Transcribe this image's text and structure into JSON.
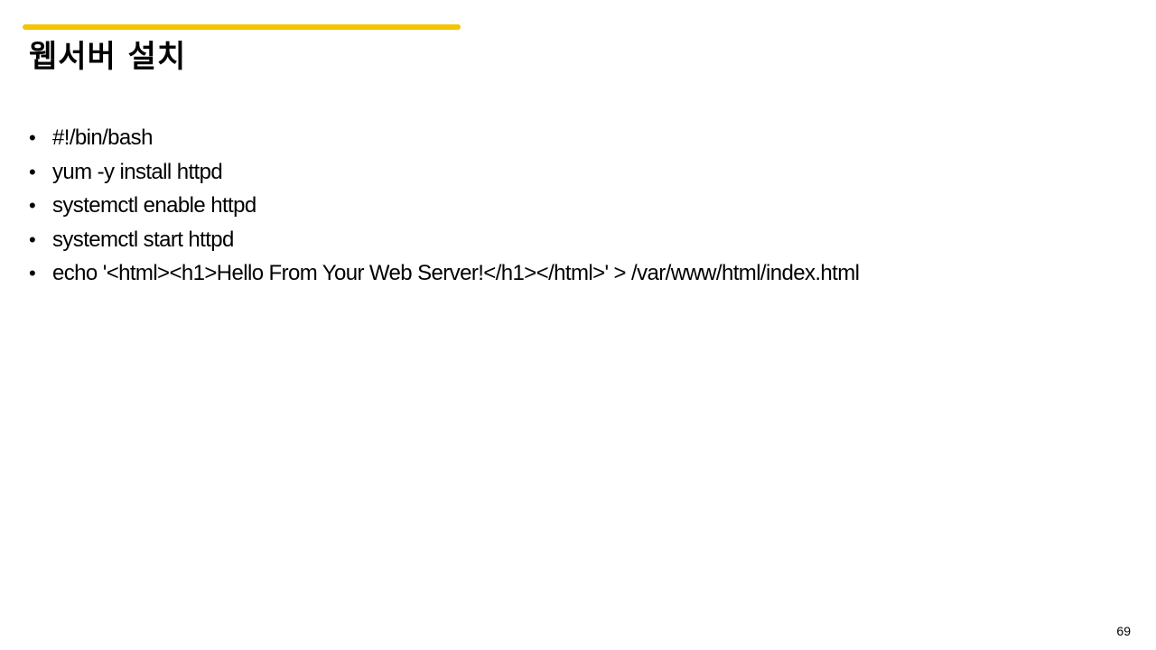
{
  "slide": {
    "title": "웹서버 설치",
    "accent_color": "#f5c400",
    "bullet_symbol": "•",
    "bullets": [
      "#!/bin/bash",
      "yum -y install httpd",
      "systemctl enable httpd",
      "systemctl start httpd",
      "echo '<html><h1>Hello From Your Web Server!</h1></html>' > /var/www/html/index.html"
    ],
    "page_number": "69"
  }
}
